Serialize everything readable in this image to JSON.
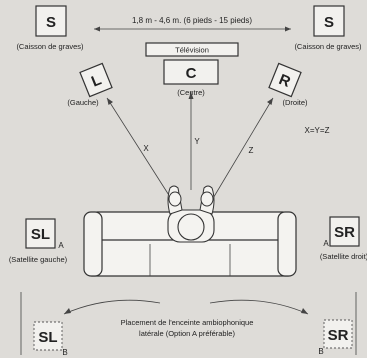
{
  "distance_label": "1,8 m - 4,6 m. (6 pieds - 15 pieds)",
  "equation": "X=Y=Z",
  "television": {
    "label": "Télévision"
  },
  "subwoofer_left": {
    "letter": "S",
    "caption": "(Caisson de graves)"
  },
  "subwoofer_right": {
    "letter": "S",
    "caption": "(Caisson de graves)"
  },
  "front_left": {
    "letter": "L",
    "caption": "(Gauche)"
  },
  "center": {
    "letter": "C",
    "caption": "(Centre)"
  },
  "front_right": {
    "letter": "R",
    "caption": "(Droite)"
  },
  "distances": {
    "x": "X",
    "y": "Y",
    "z": "Z"
  },
  "surround_left_a": {
    "letter": "SL",
    "tag": "A",
    "caption": "(Satellite gauche)"
  },
  "surround_right_a": {
    "letter": "SR",
    "tag": "A",
    "caption": "(Satellite droit)"
  },
  "surround_left_b": {
    "letter": "SL",
    "tag": "B"
  },
  "surround_right_b": {
    "letter": "SR",
    "tag": "B"
  },
  "placement_note": {
    "line1": "Placement de l'enceinte ambiophonique",
    "line2": "latérale (Option A préférable)"
  }
}
